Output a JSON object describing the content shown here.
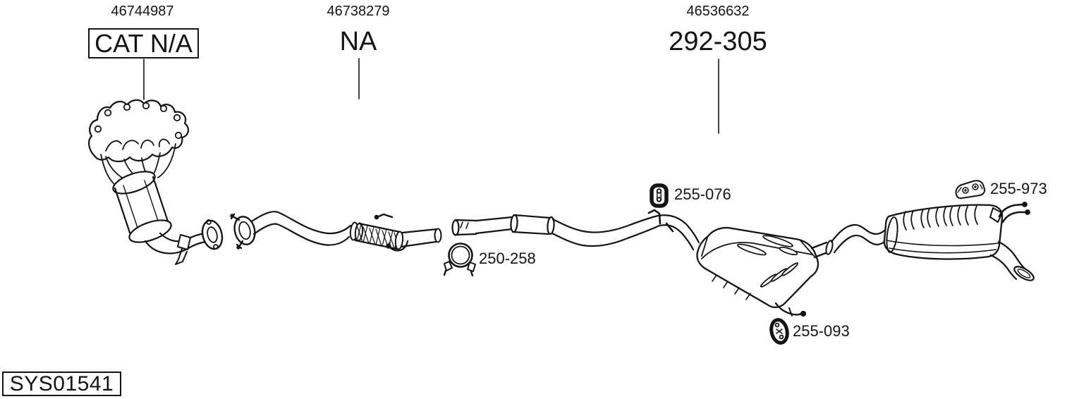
{
  "diagram": {
    "system_code": "SYS01541",
    "sections": [
      {
        "part_number": "46744987",
        "label": "CAT N/A"
      },
      {
        "part_number": "46738279",
        "label": "NA"
      },
      {
        "part_number": "46536632",
        "label": "292-305"
      }
    ],
    "fittings": [
      {
        "code": "250-258",
        "icon": "pipe-clamp-icon"
      },
      {
        "code": "255-076",
        "icon": "rubber-hanger-icon"
      },
      {
        "code": "255-093",
        "icon": "oval-rubber-hanger-icon"
      },
      {
        "code": "255-973",
        "icon": "mount-bracket-icon"
      }
    ],
    "colors": {
      "ink": "#141414",
      "background": "#ffffff"
    }
  }
}
